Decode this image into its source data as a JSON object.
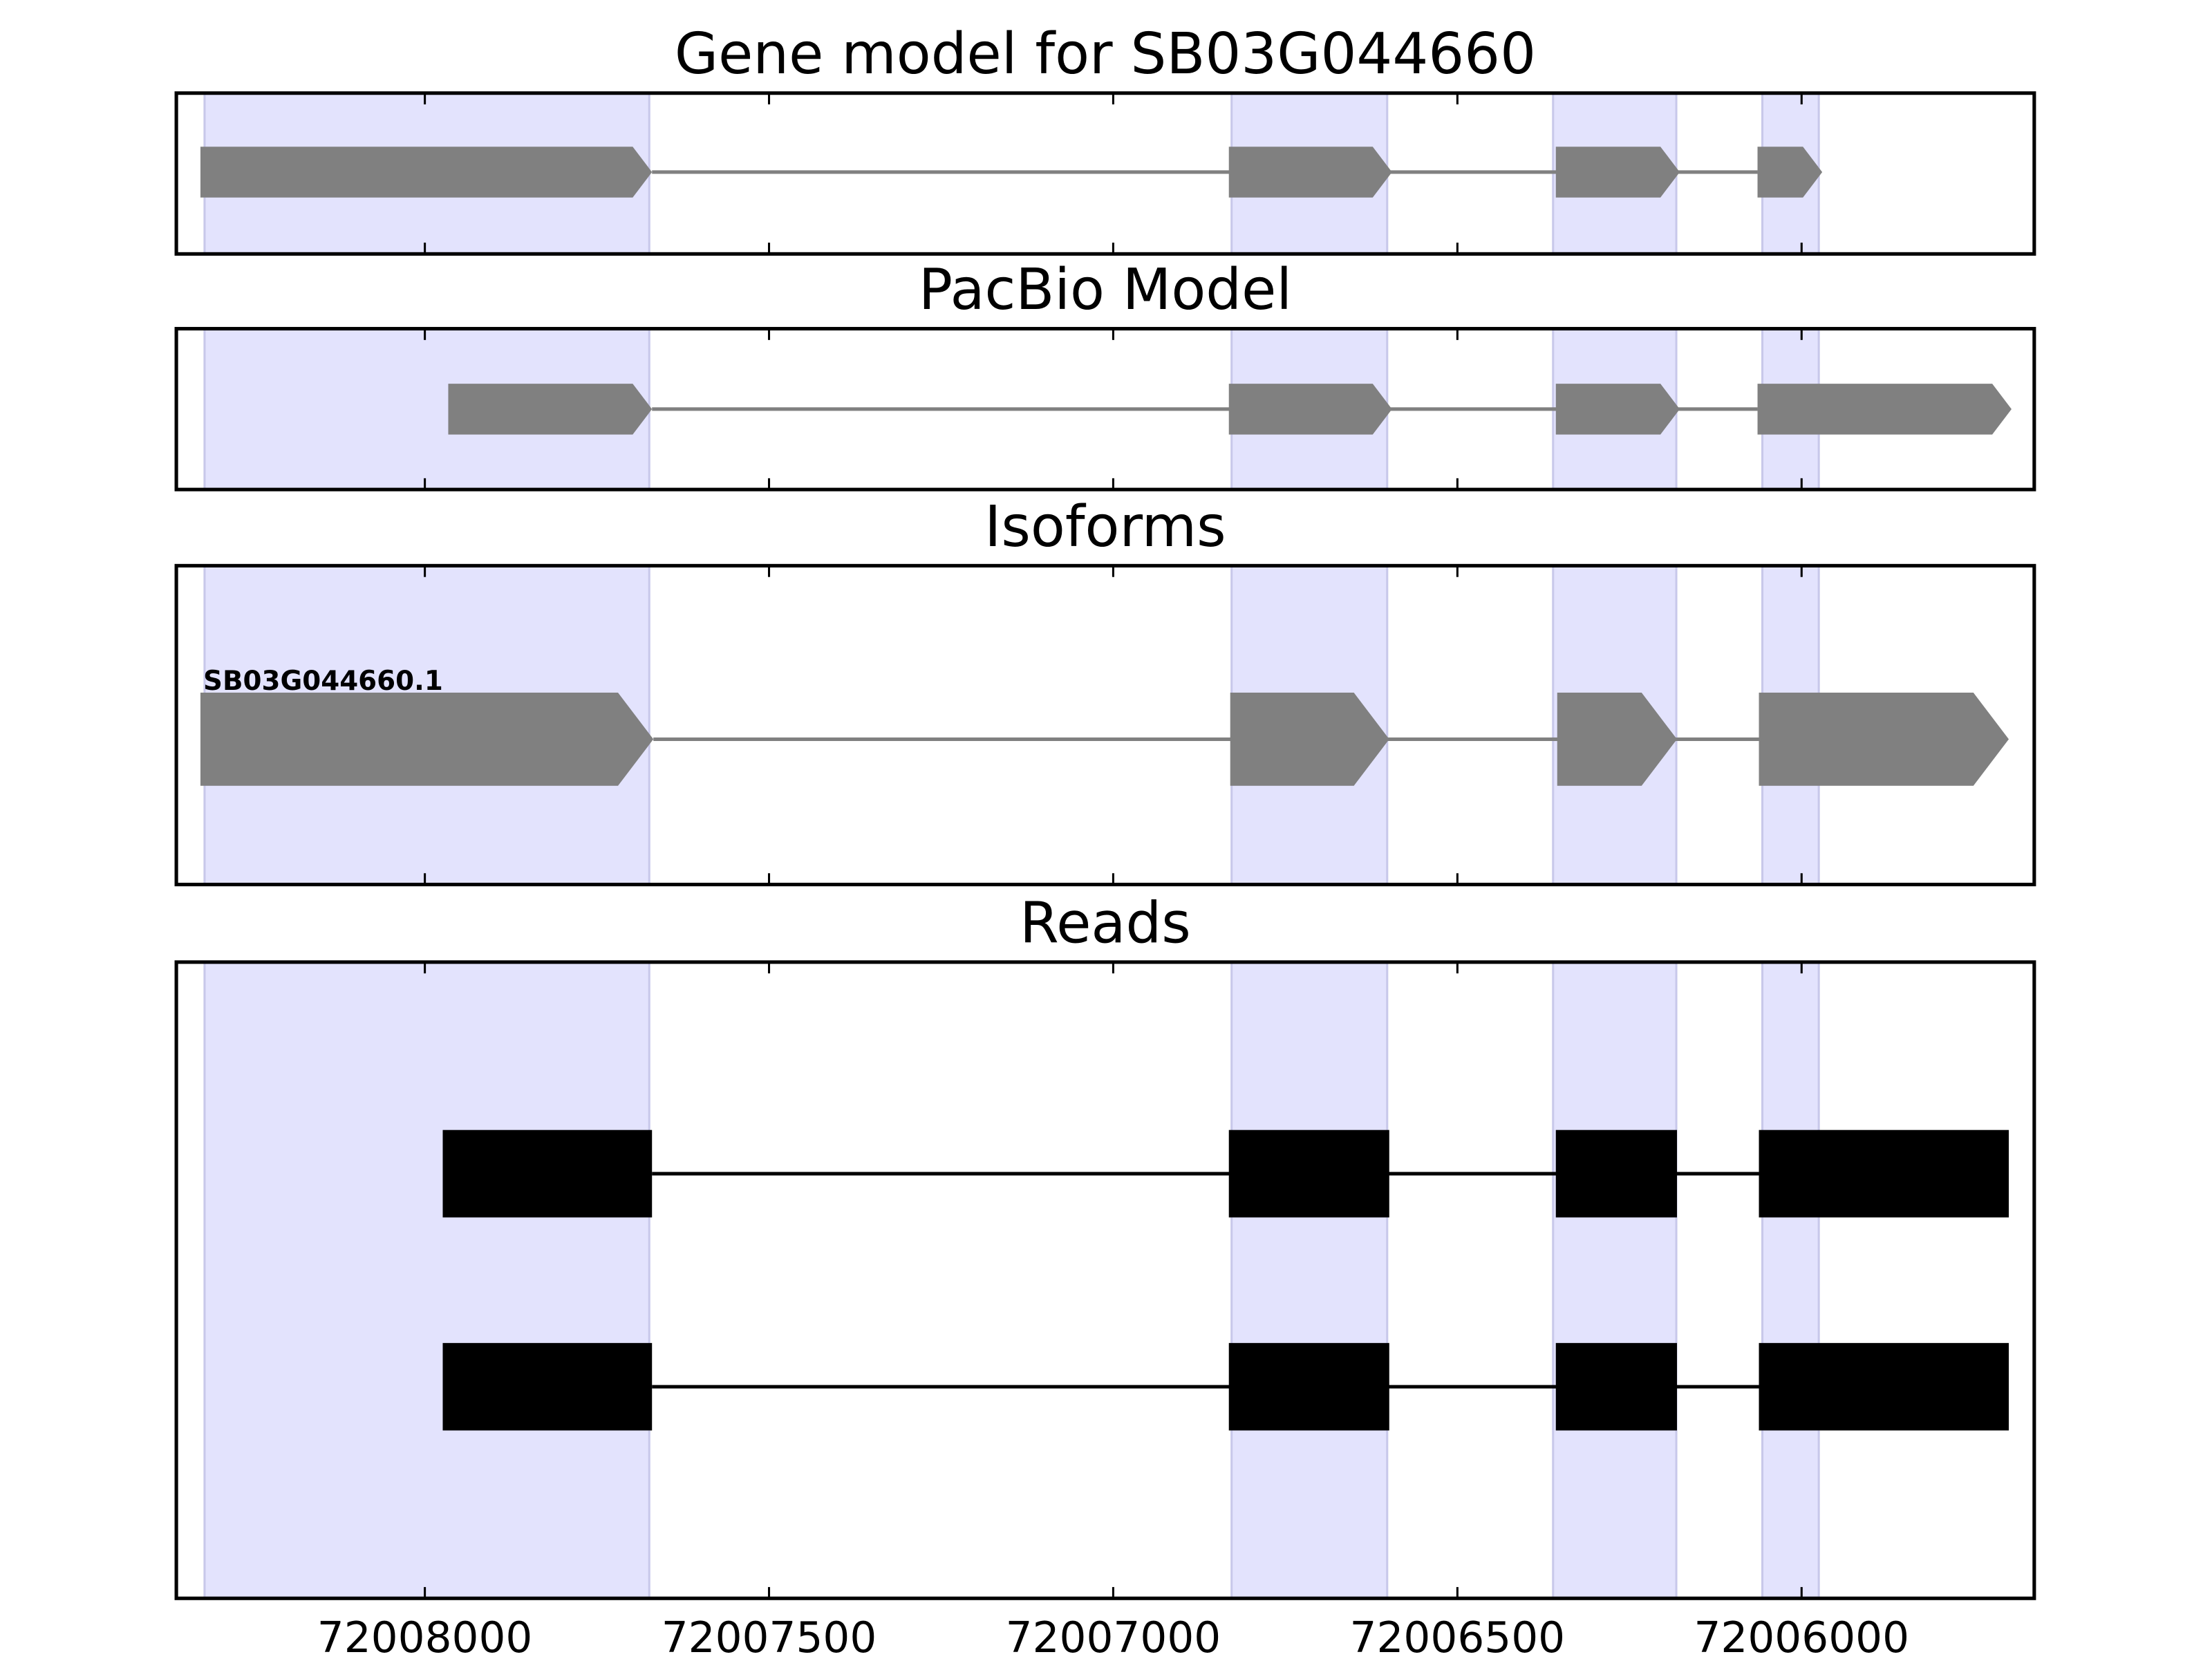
{
  "chart_data": {
    "type": "gene-track",
    "xlim": [
      72008361,
      72005662
    ],
    "xticks": [
      72008000,
      72007500,
      72007000,
      72006500,
      72006000
    ],
    "xtick_labels": [
      "72008000",
      "72007500",
      "72007000",
      "72006500",
      "72006000"
    ],
    "shaded_regions": [
      [
        72008320,
        72007674
      ],
      [
        72006828,
        72006602
      ],
      [
        72006361,
        72006182
      ],
      [
        72006057,
        72005975
      ]
    ],
    "colors": {
      "shade": "#e3e3fd",
      "shade_edge": "#c8c8ea",
      "model": "#808080",
      "reads": "#000000"
    },
    "panels": [
      {
        "title": "Gene model for SB03G044660",
        "style": "arrow",
        "tracks": [
          {
            "label": "",
            "exons": [
              [
                72008326,
                72007670
              ],
              [
                72006832,
                72006595
              ],
              [
                72006357,
                72006177
              ],
              [
                72006064,
                72005970
              ]
            ]
          }
        ]
      },
      {
        "title": "PacBio Model",
        "style": "arrow",
        "tracks": [
          {
            "label": "",
            "exons": [
              [
                72007966,
                72007670
              ],
              [
                72006832,
                72006595
              ],
              [
                72006357,
                72006177
              ],
              [
                72006064,
                72005695
              ]
            ]
          }
        ]
      },
      {
        "title": "Isoforms",
        "style": "arrow",
        "tracks": [
          {
            "label": "SB03G044660.1",
            "exons": [
              [
                72008326,
                72007668
              ],
              [
                72006830,
                72006599
              ],
              [
                72006355,
                72006181
              ],
              [
                72006062,
                72005699
              ]
            ]
          }
        ]
      },
      {
        "title": "Reads",
        "style": "box",
        "tracks": [
          {
            "label": "",
            "exons": [
              [
                72007974,
                72007670
              ],
              [
                72006832,
                72006599
              ],
              [
                72006357,
                72006181
              ],
              [
                72006062,
                72005699
              ]
            ]
          },
          {
            "label": "",
            "exons": [
              [
                72007974,
                72007670
              ],
              [
                72006832,
                72006599
              ],
              [
                72006357,
                72006181
              ],
              [
                72006062,
                72005699
              ]
            ]
          }
        ]
      }
    ]
  }
}
